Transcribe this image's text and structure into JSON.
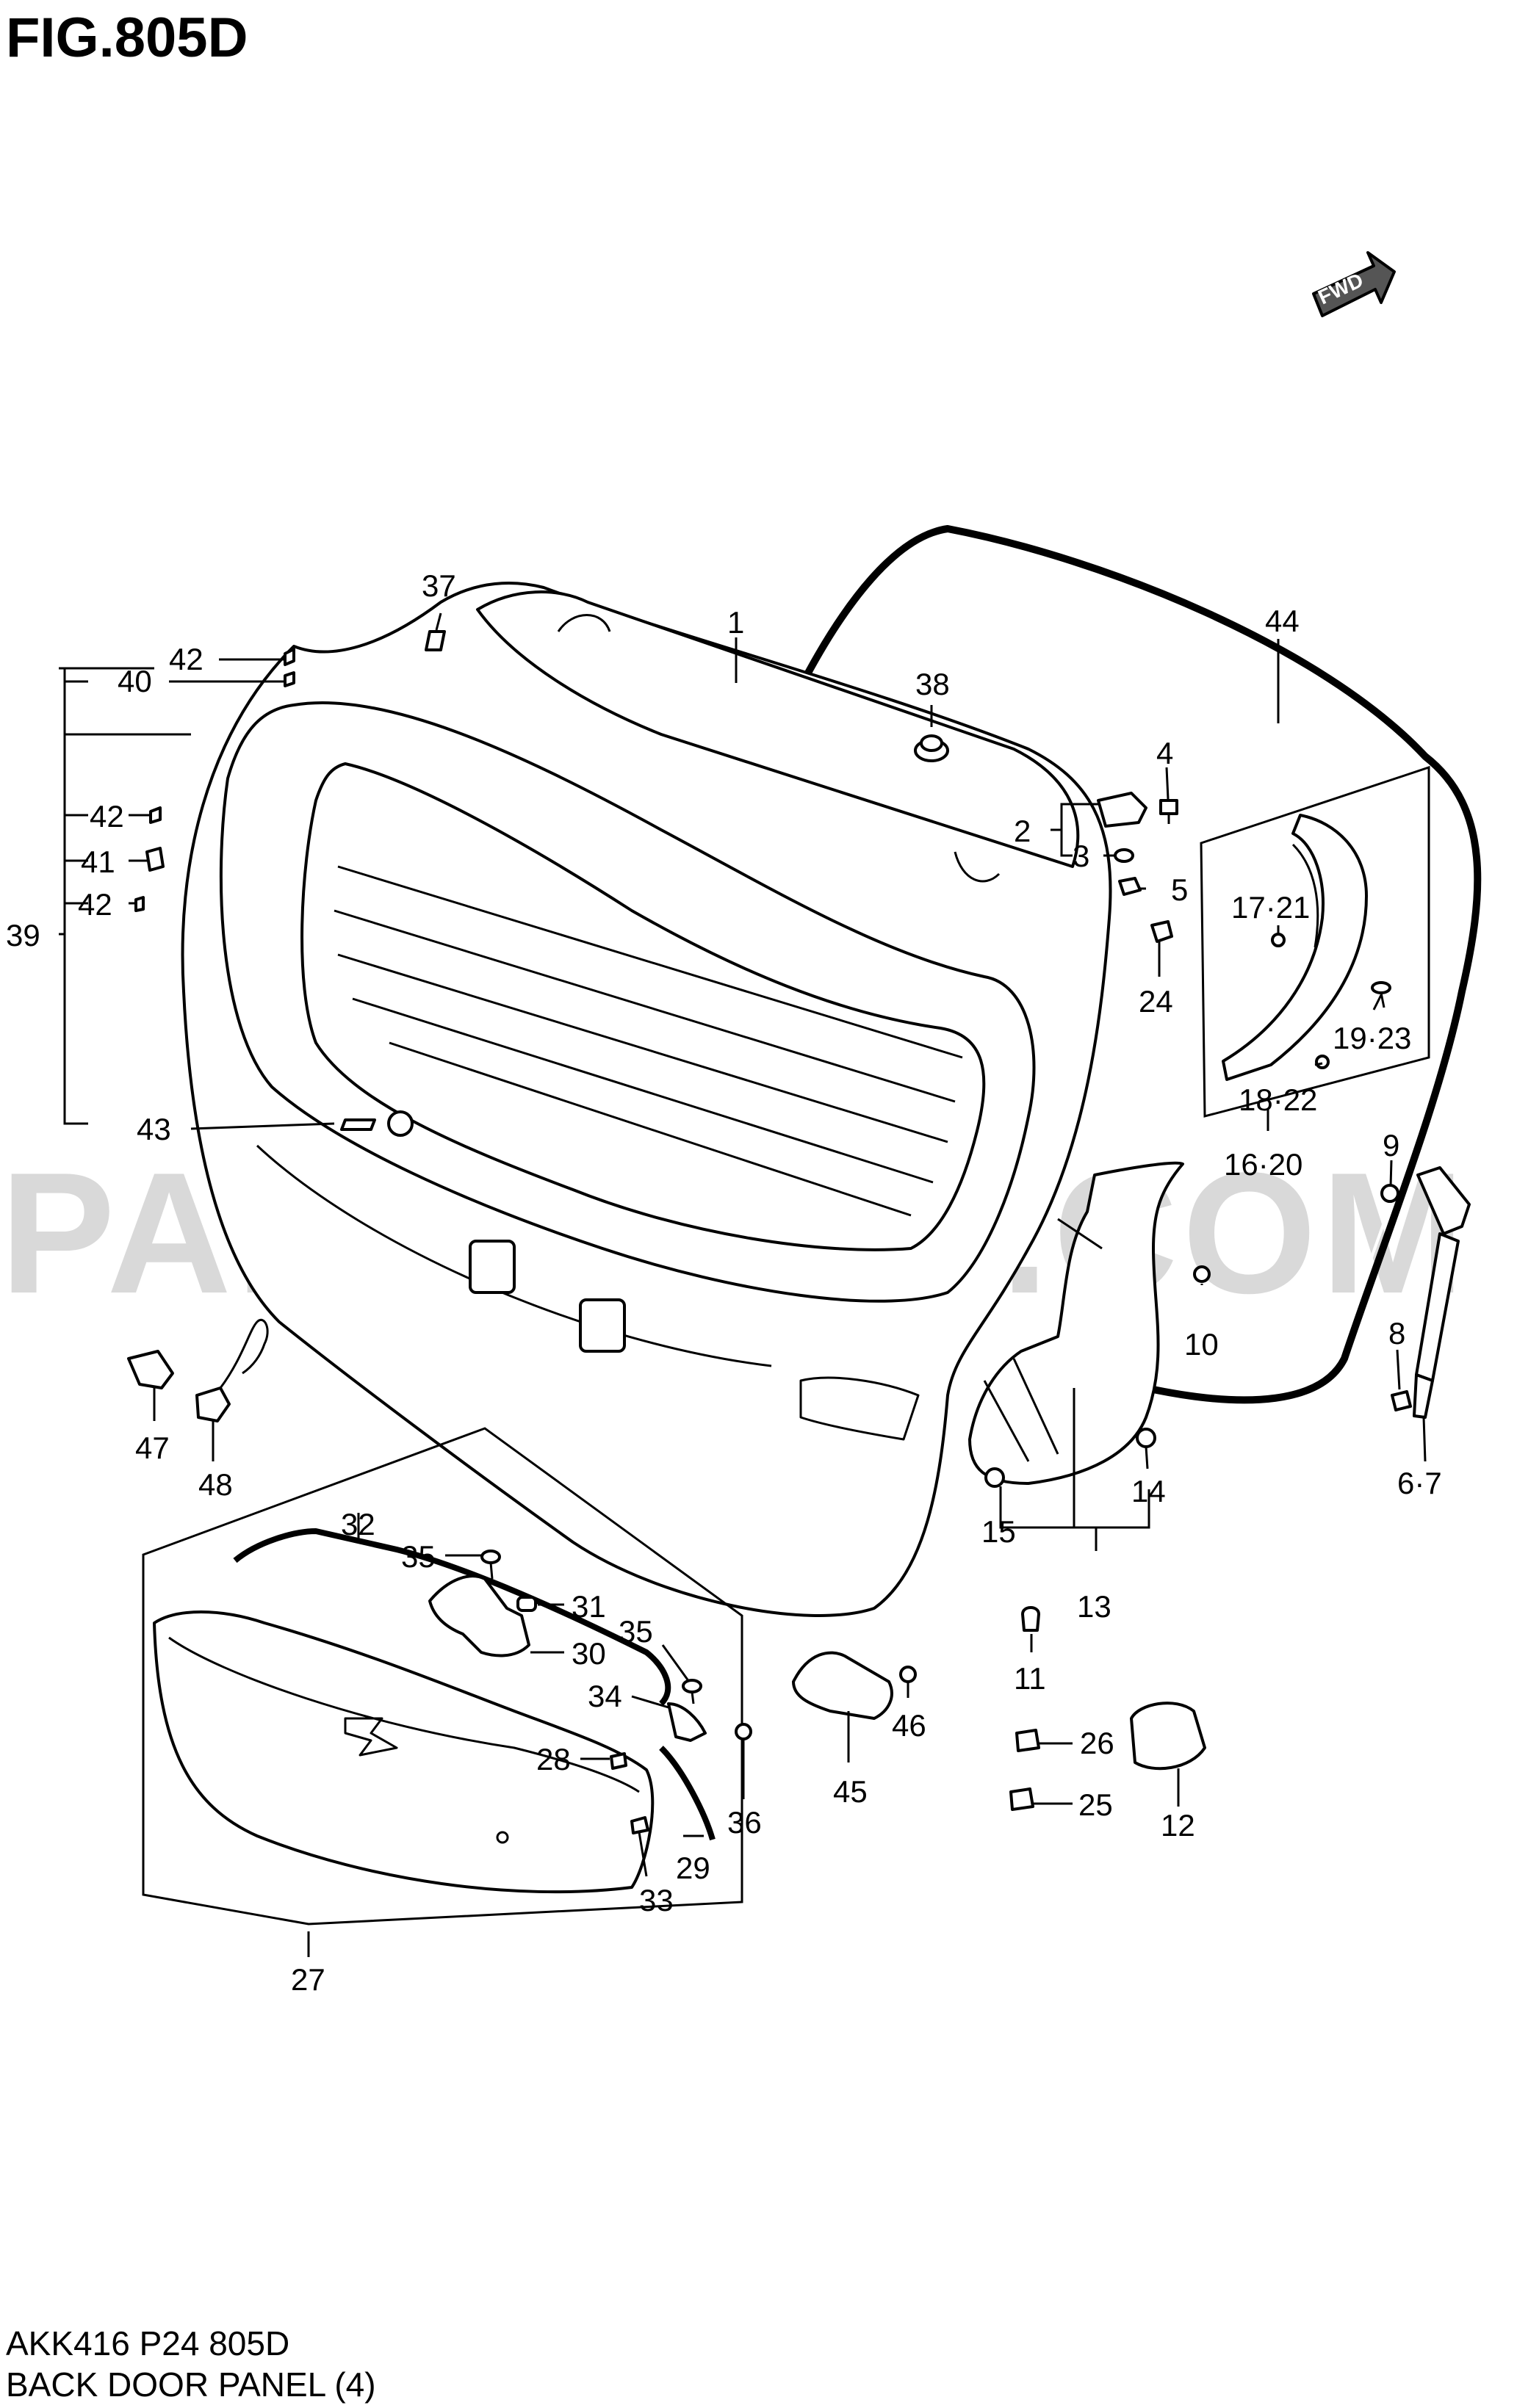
{
  "figure_title": "FIG.805D",
  "footer": {
    "code": "AKK416 P24 805D",
    "name": "BACK DOOR PANEL (4)"
  },
  "watermark": "PARTSOUQ.COM",
  "fwd_label": "FWD",
  "callouts": {
    "c1": "1",
    "c2": "2",
    "c3": "3",
    "c4": "4",
    "c5": "5",
    "c6_7": "6·7",
    "c8": "8",
    "c9": "9",
    "c10": "10",
    "c11": "11",
    "c12": "12",
    "c13": "13",
    "c14": "14",
    "c15": "15",
    "c16_20": "16·20",
    "c17_21": "17·21",
    "c18_22": "18·22",
    "c19_23": "19·23",
    "c24": "24",
    "c25": "25",
    "c26": "26",
    "c27": "27",
    "c28": "28",
    "c29": "29",
    "c30": "30",
    "c31": "31",
    "c32": "32",
    "c33": "33",
    "c34": "34",
    "c35a": "35",
    "c35b": "35",
    "c36": "36",
    "c37": "37",
    "c38": "38",
    "c39": "39",
    "c40": "40",
    "c41": "41",
    "c42a": "42",
    "c42b": "42",
    "c42c": "42",
    "c43": "43",
    "c44": "44",
    "c45": "45",
    "c46": "46",
    "c47": "47",
    "c48": "48"
  }
}
